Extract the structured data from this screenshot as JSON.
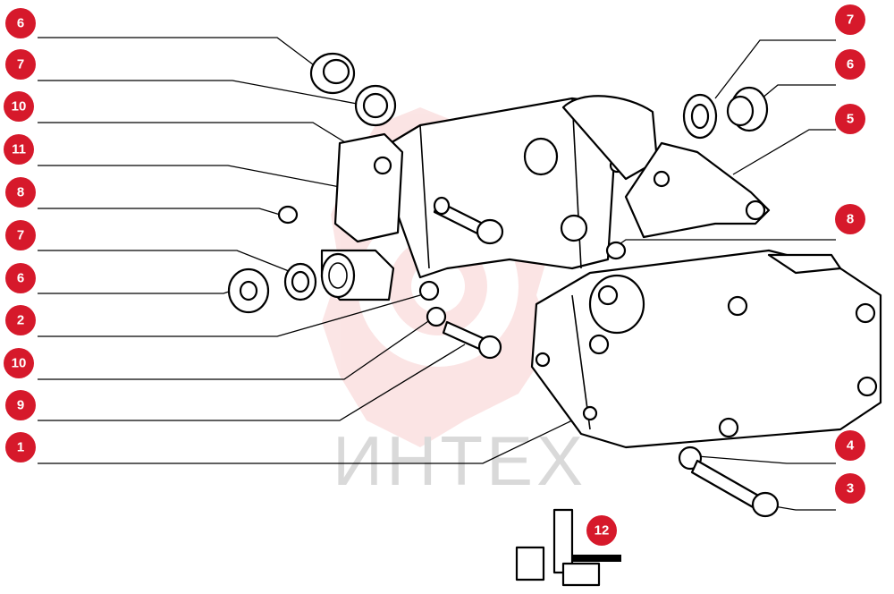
{
  "watermark": {
    "text": "ИНТЕХ"
  },
  "colors": {
    "callout": "#d6192b",
    "watermark": "#f2c7c7"
  },
  "callouts": [
    {
      "label": "6"
    },
    {
      "label": "7"
    },
    {
      "label": "10"
    },
    {
      "label": "11"
    },
    {
      "label": "8"
    },
    {
      "label": "7"
    },
    {
      "label": "6"
    },
    {
      "label": "2"
    },
    {
      "label": "10"
    },
    {
      "label": "9"
    },
    {
      "label": "1"
    },
    {
      "label": "7"
    },
    {
      "label": "6"
    },
    {
      "label": "5"
    },
    {
      "label": "8"
    },
    {
      "label": "4"
    },
    {
      "label": "3"
    },
    {
      "label": "12"
    }
  ]
}
